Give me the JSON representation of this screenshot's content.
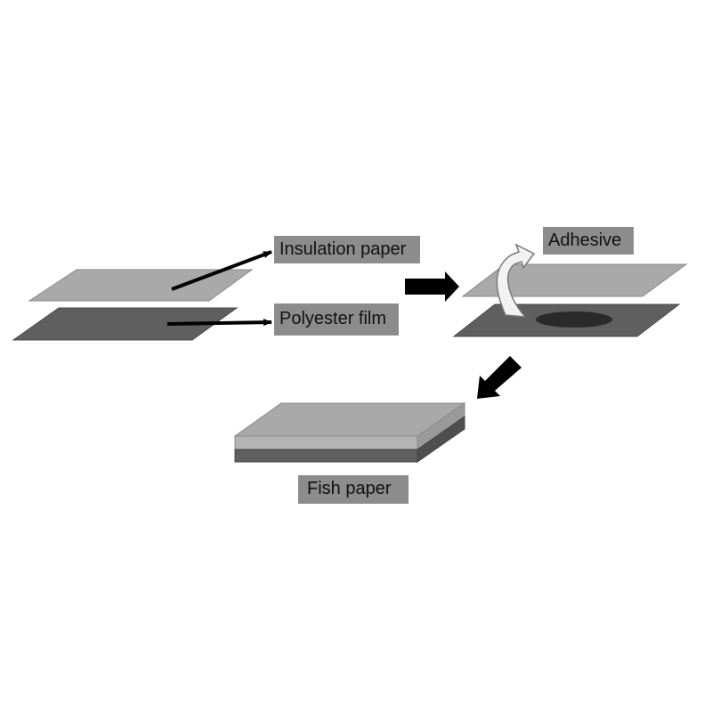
{
  "labels": {
    "insulation_paper": "Insulation paper",
    "polyester_film": "Polyester film",
    "adhesive": "Adhesive",
    "fish_paper": "Fish paper"
  },
  "colors": {
    "paper_sheet": "#a9a9a9",
    "film_sheet": "#5f5f5f",
    "adhesive_spot": "#2a2a2a",
    "label_background": "#8c8c8c",
    "arrow": "#000000"
  }
}
